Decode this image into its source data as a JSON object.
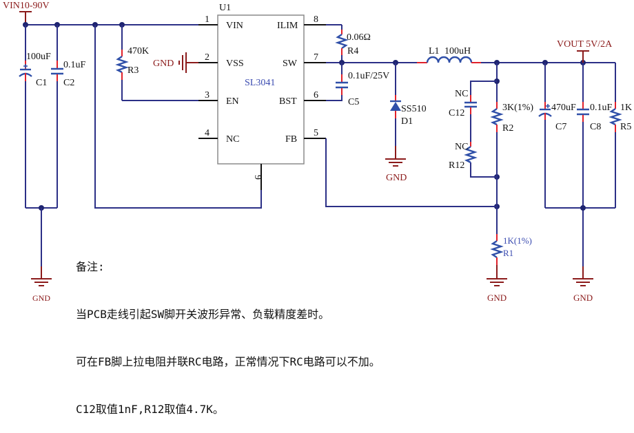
{
  "title": "SL3041 buck converter reference schematic",
  "nets": {
    "vin": "VIN10-90V",
    "vout": "VOUT 5V/2A",
    "gnd": "GND"
  },
  "ic": {
    "ref": "U1",
    "part": "SL3041",
    "pins": [
      {
        "num": "1",
        "name": "VIN"
      },
      {
        "num": "2",
        "name": "VSS"
      },
      {
        "num": "3",
        "name": "EN"
      },
      {
        "num": "4",
        "name": "NC"
      },
      {
        "num": "8",
        "name": "ILIM"
      },
      {
        "num": "7",
        "name": "SW"
      },
      {
        "num": "6",
        "name": "BST"
      },
      {
        "num": "5",
        "name": "FB"
      },
      {
        "num": "9",
        "name": ""
      }
    ]
  },
  "components": {
    "C1": {
      "ref": "C1",
      "value": "100uF",
      "polarized": true
    },
    "C2": {
      "ref": "C2",
      "value": "0.1uF"
    },
    "R3": {
      "ref": "R3",
      "value": "470K"
    },
    "R4": {
      "ref": "R4",
      "value": "0.06Ω"
    },
    "C5": {
      "ref": "C5",
      "value": "0.1uF/25V"
    },
    "D1": {
      "ref": "D1",
      "value": "SS510"
    },
    "L1": {
      "ref": "L1",
      "value": "100uH"
    },
    "C12": {
      "ref": "C12",
      "value": "NC"
    },
    "R12": {
      "ref": "R12",
      "value": "NC"
    },
    "R2": {
      "ref": "R2",
      "value": "3K(1%)"
    },
    "R1": {
      "ref": "R1",
      "value": "1K(1%)"
    },
    "C7": {
      "ref": "C7",
      "value": "470uF",
      "polarized": true
    },
    "C8": {
      "ref": "C8",
      "value": "0.1uF"
    },
    "R5": {
      "ref": "R5",
      "value": "1K"
    }
  },
  "note": {
    "heading": "备注:",
    "lines": [
      "当PCB走线引起SW脚开关波形异常、负载精度差时。",
      "可在FB脚上拉电阻并联RC电路，正常情况下RC电路可以不加。",
      "C12取值1nF,R12取值4.7K。"
    ]
  }
}
